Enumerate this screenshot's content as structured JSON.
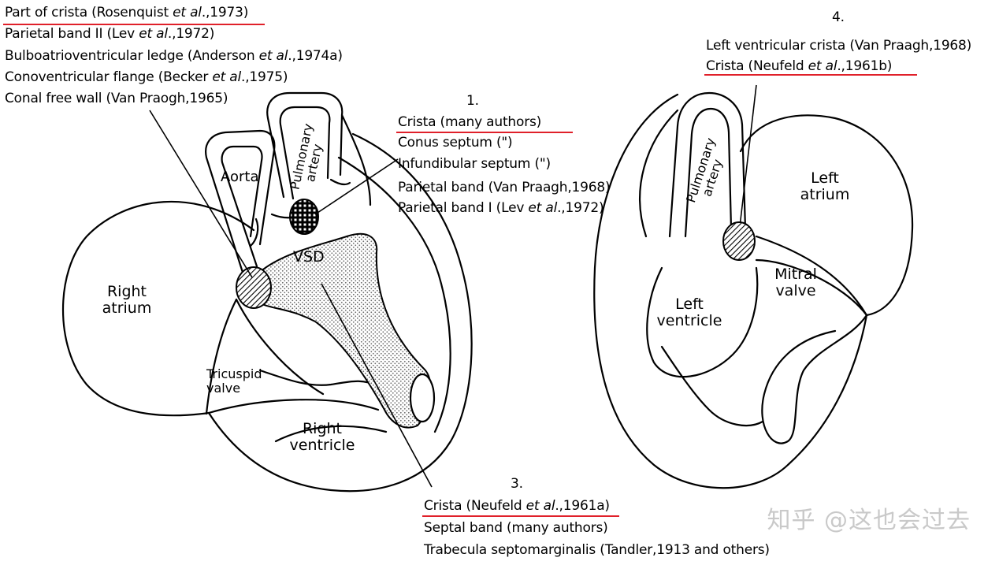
{
  "colors": {
    "underline": "#e0202a",
    "ink": "#000000",
    "watermark": "#c9c9c9"
  },
  "group_top_left": {
    "lines": [
      {
        "pre": "Part of crista (Rosenquist ",
        "it": "et al",
        "post": ".,1973)"
      },
      {
        "pre": "Parietal band II (Lev ",
        "it": "et al",
        "post": ".,1972)"
      },
      {
        "pre": "Bulboatrioventricular ledge (Anderson ",
        "it": "et al",
        "post": ".,1974a)"
      },
      {
        "pre": "Conoventricular flange (Becker ",
        "it": "et al",
        "post": ".,1975)"
      },
      {
        "pre": "Conal free wall (Van Praogh,1965)",
        "it": "",
        "post": ""
      }
    ]
  },
  "group_1": {
    "number": "1.",
    "lines": [
      {
        "pre": "Crista (many authors)",
        "it": "",
        "post": ""
      },
      {
        "pre": "Conus septum (\")",
        "it": "",
        "post": ""
      },
      {
        "pre": "Infundibular septum (\")",
        "it": "",
        "post": ""
      },
      {
        "pre": "Parietal band (Van Praagh,1968)",
        "it": "",
        "post": ""
      },
      {
        "pre": "Parietal band I (Lev ",
        "it": "et al",
        "post": ".,1972)"
      }
    ]
  },
  "group_3": {
    "number": "3.",
    "lines": [
      {
        "pre": "Crista (Neufeld ",
        "it": "et al",
        "post": ".,1961a)"
      },
      {
        "pre": "Septal band (many authors)",
        "it": "",
        "post": ""
      },
      {
        "pre": "Trabecula septomarginalis (Tandler,1913 and others)",
        "it": "",
        "post": ""
      }
    ]
  },
  "group_4": {
    "number": "4.",
    "lines": [
      {
        "pre": "Left ventricular crista (Van Praagh,1968)",
        "it": "",
        "post": ""
      },
      {
        "pre": "Crista (Neufeld ",
        "it": "et al",
        "post": ".,1961b)"
      }
    ]
  },
  "anatomy": {
    "aorta": "Aorta",
    "pulmonary_artery_left": "Pulmonary artery",
    "vsd": "VSD",
    "right_atrium": "Right atrium",
    "tricuspid_valve": "Tricuspid valve",
    "right_ventricle": "Right ventricle",
    "pulmonary_artery_right": "Pulmonary artery",
    "left_atrium": "Left atrium",
    "mitral_valve": "Mitral valve",
    "left_ventricle": "Left ventricle"
  },
  "watermark": "知乎 @这也会过去"
}
